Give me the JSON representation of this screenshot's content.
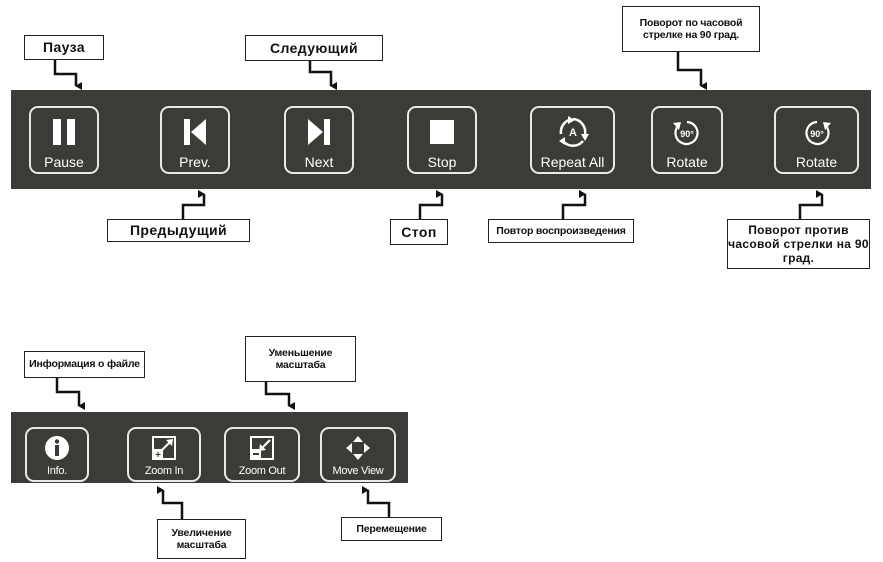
{
  "toolbar_top": {
    "buttons": [
      {
        "id": "pause",
        "label": "Pause",
        "icon": "pause-icon",
        "callout": "Пауза"
      },
      {
        "id": "prev",
        "label": "Prev.",
        "icon": "previous-icon",
        "callout": "Предыдущий"
      },
      {
        "id": "next",
        "label": "Next",
        "icon": "next-icon",
        "callout": "Следующий"
      },
      {
        "id": "stop",
        "label": "Stop",
        "icon": "stop-icon",
        "callout": "Стоп"
      },
      {
        "id": "repeat",
        "label": "Repeat All",
        "icon": "repeat-all-icon",
        "icon_text": "A",
        "callout": "Повтор воспроизведения"
      },
      {
        "id": "rotate-cw",
        "label": "Rotate",
        "icon": "rotate-clockwise-icon",
        "icon_text": "90°",
        "callout": "Поворот по часовой стрелке на 90 град."
      },
      {
        "id": "rotate-ccw",
        "label": "Rotate",
        "icon": "rotate-counterclockwise-icon",
        "icon_text": "90°",
        "callout": "Поворот против часовой стрелки на 90 град."
      }
    ]
  },
  "toolbar_bottom": {
    "buttons": [
      {
        "id": "info",
        "label": "Info.",
        "icon": "info-icon",
        "callout": "Информация о файле"
      },
      {
        "id": "zoom-in",
        "label": "Zoom In",
        "icon": "zoom-in-icon",
        "callout": "Увеличение масштаба"
      },
      {
        "id": "zoom-out",
        "label": "Zoom Out",
        "icon": "zoom-out-icon",
        "callout": "Уменьшение масштаба"
      },
      {
        "id": "move-view",
        "label": "Move View",
        "icon": "move-view-icon",
        "callout": "Перемещение"
      }
    ]
  },
  "colors": {
    "toolbar_bg": "#3b3b37",
    "button_border": "#e9e9e9",
    "button_text": "#ffffff"
  }
}
